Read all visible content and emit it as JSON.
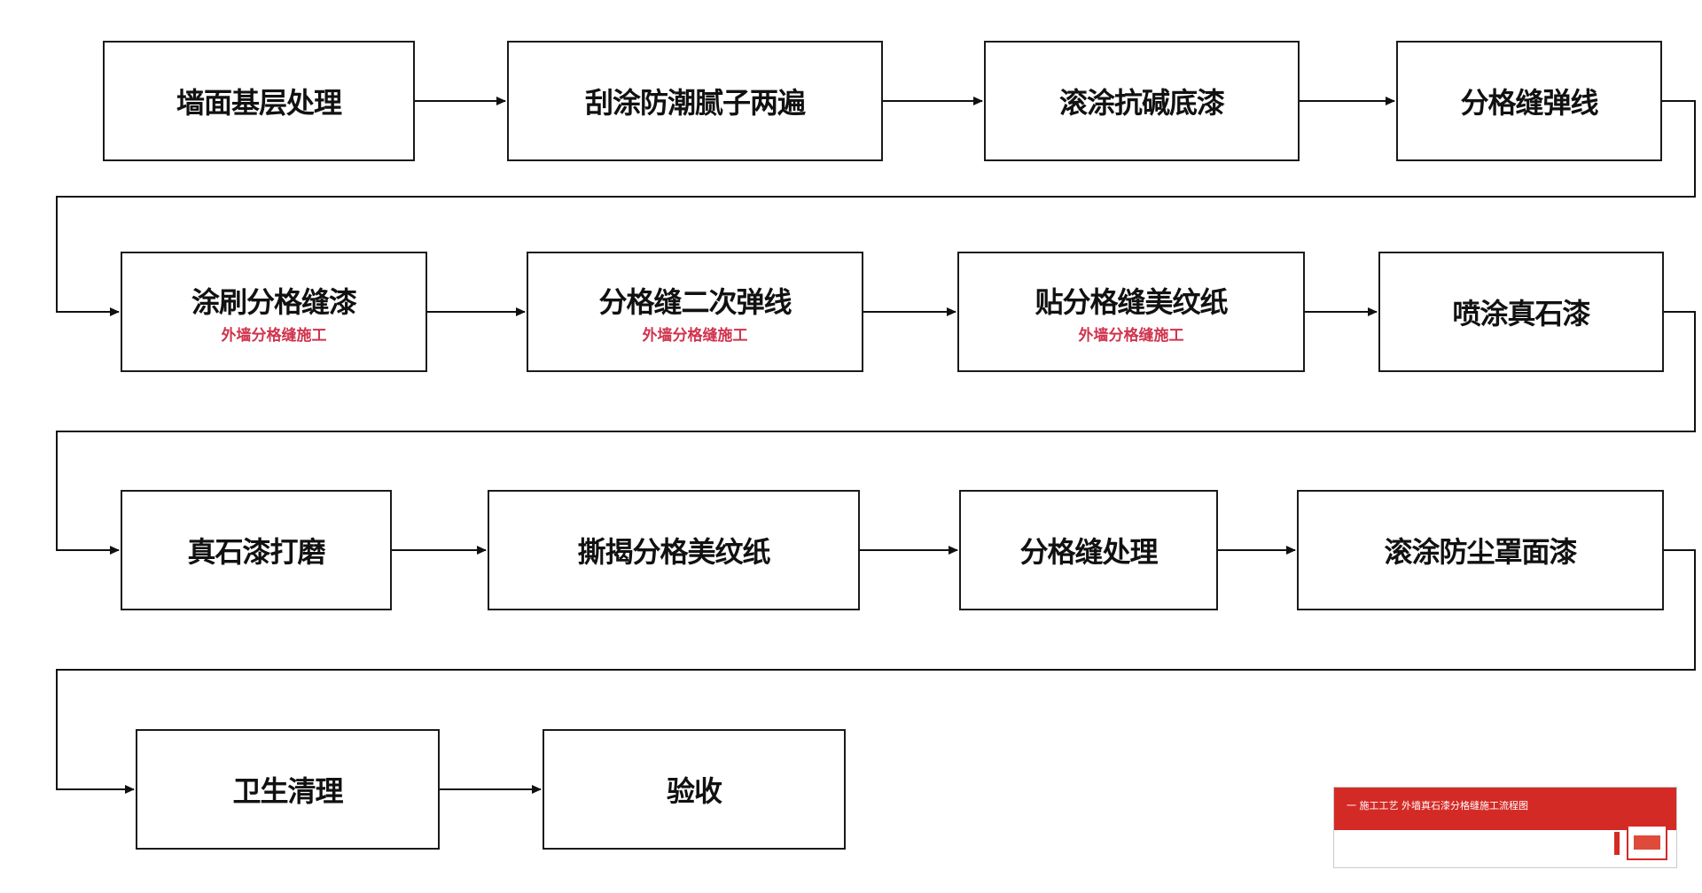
{
  "colors": {
    "box_border": "#1a1a1a",
    "label_text": "#111111",
    "note_text": "#c8102e",
    "connector": "#111111",
    "stamp_red": "#d42a26"
  },
  "rows": [
    {
      "steps": [
        {
          "label": "墙面基层处理",
          "note": ""
        },
        {
          "label": "刮涂防潮腻子两遍",
          "note": ""
        },
        {
          "label": "滚涂抗碱底漆",
          "note": ""
        },
        {
          "label": "分格缝弹线",
          "note": ""
        }
      ]
    },
    {
      "steps": [
        {
          "label": "涂刷分格缝漆",
          "note": "外墙分格缝施工"
        },
        {
          "label": "分格缝二次弹线",
          "note": "外墙分格缝施工"
        },
        {
          "label": "贴分格缝美纹纸",
          "note": "外墙分格缝施工"
        },
        {
          "label": "喷涂真石漆",
          "note": ""
        }
      ]
    },
    {
      "steps": [
        {
          "label": "真石漆打磨",
          "note": ""
        },
        {
          "label": "撕揭分格美纹纸",
          "note": ""
        },
        {
          "label": "分格缝处理",
          "note": ""
        },
        {
          "label": "滚涂防尘罩面漆",
          "note": ""
        }
      ]
    },
    {
      "steps": [
        {
          "label": "卫生清理",
          "note": ""
        },
        {
          "label": "验收",
          "note": ""
        }
      ]
    }
  ],
  "stamp": {
    "text": "一 施工工艺 外墙真石漆分格缝施工流程图"
  }
}
